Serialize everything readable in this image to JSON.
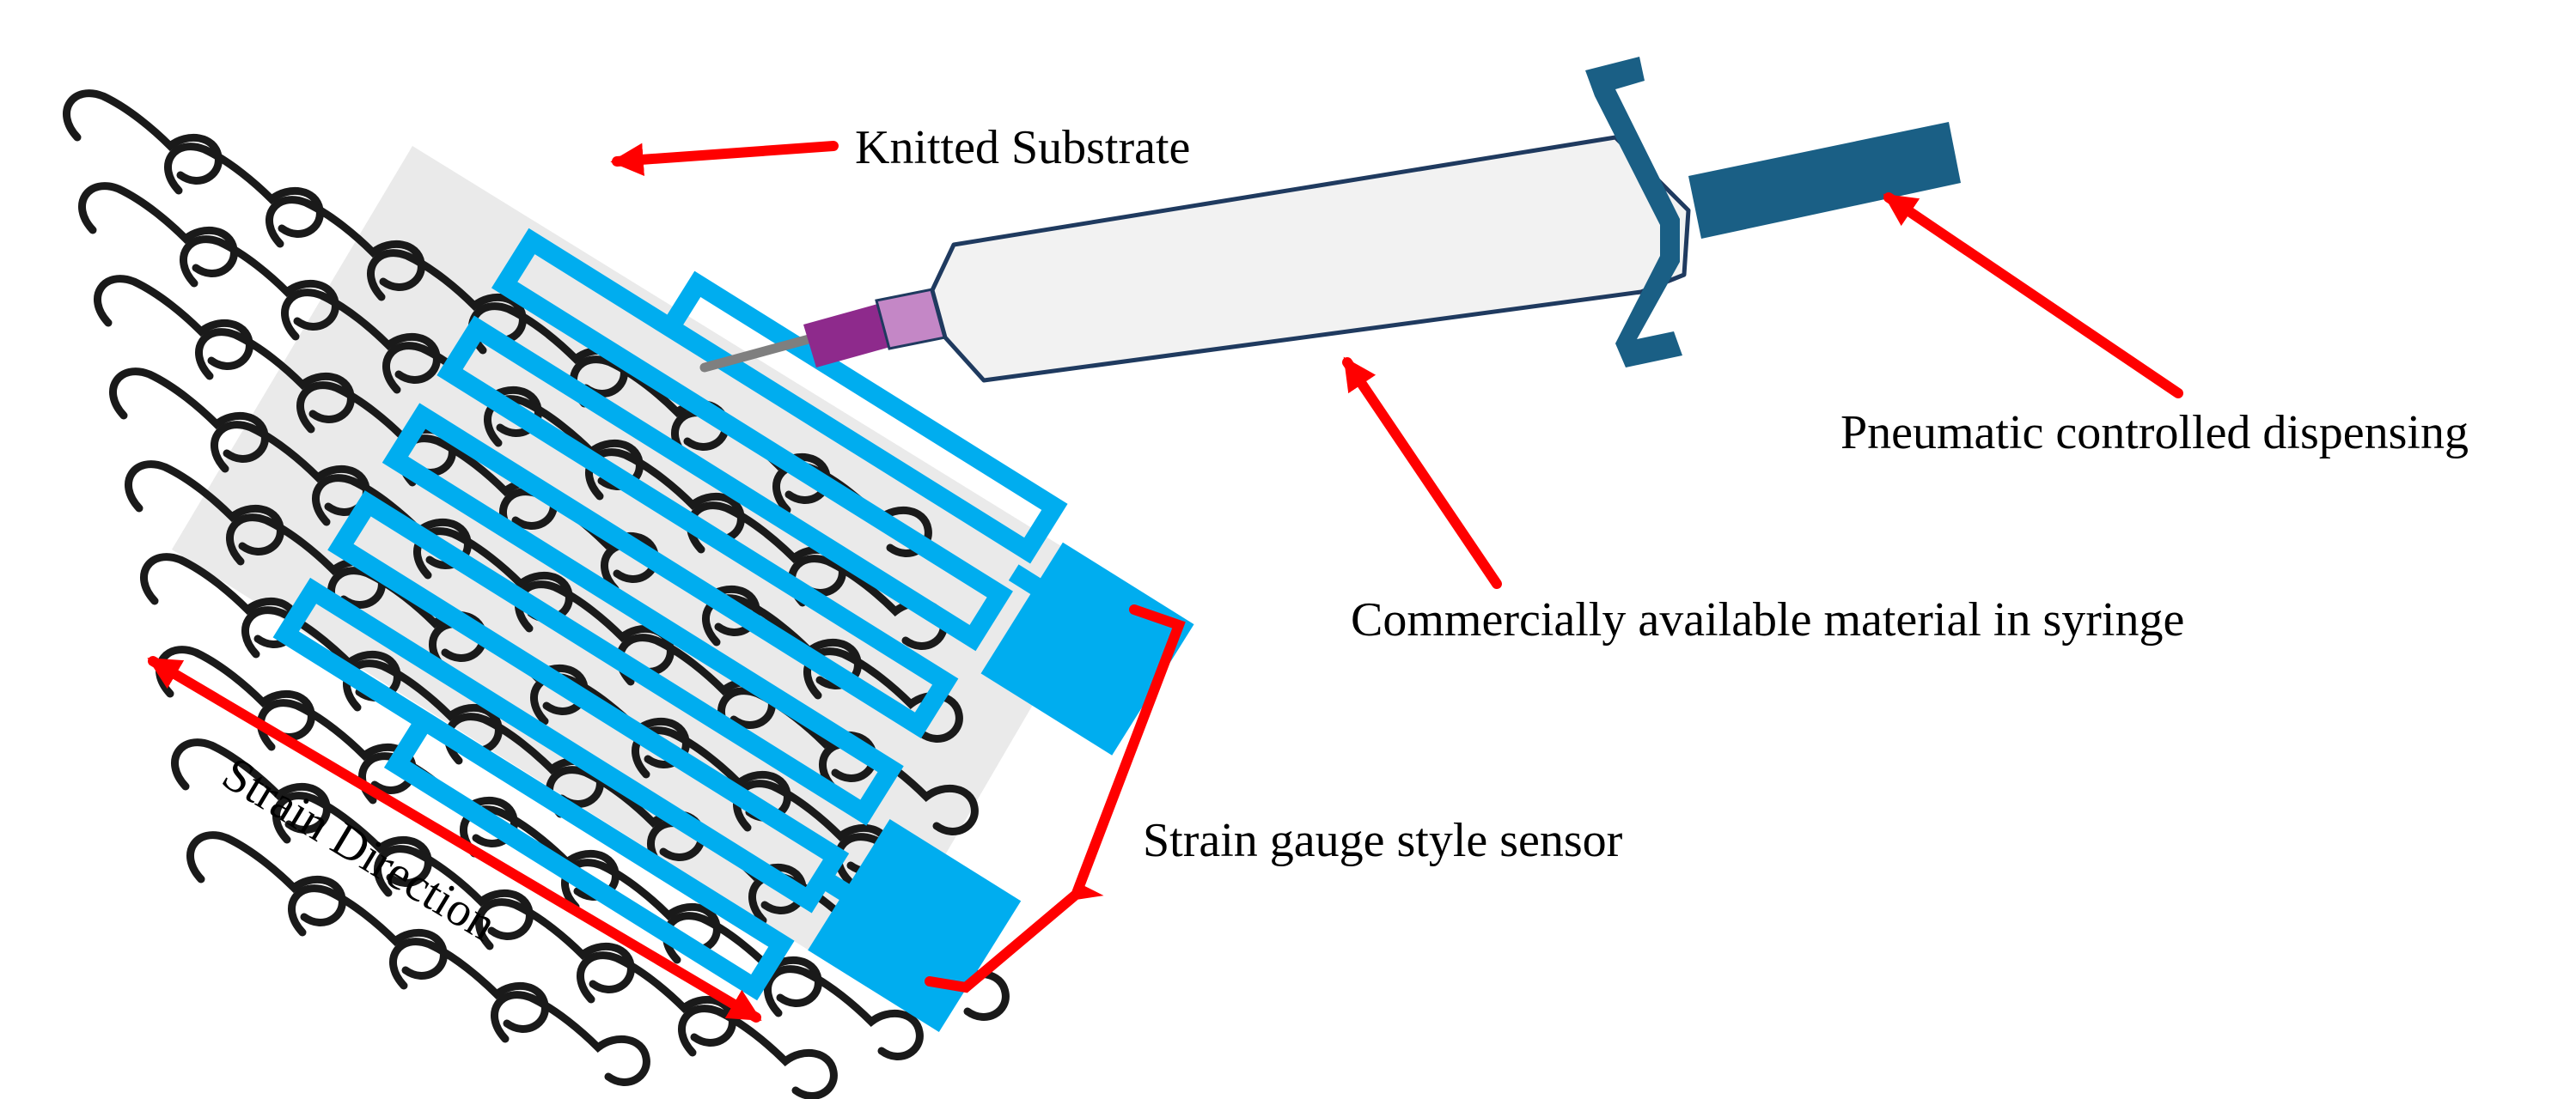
{
  "labels": {
    "knitted_substrate": "Knitted Substrate",
    "pneumatic": "Pneumatic controlled dispensing",
    "material": "Commercially available material in syringe",
    "sensor": "Strain gauge style sensor",
    "strain_direction": "Strain Direction"
  },
  "colors": {
    "arrow": "#ff0000",
    "yarn": "#1a1a1a",
    "trace": "#00adef",
    "substrate": "#e6e6e6",
    "syringe_barrel": "#f2f2f2",
    "syringe_outline": "#1f3a5f",
    "plunger": "#1a5f85",
    "needle_hub": "#8e2a8c",
    "needle_tip": "#c487c6",
    "needle": "#7f7f7f"
  },
  "icons": {
    "syringe": "syringe-icon",
    "knit": "knitted-fabric-icon",
    "sensor": "strain-gauge-icon"
  }
}
